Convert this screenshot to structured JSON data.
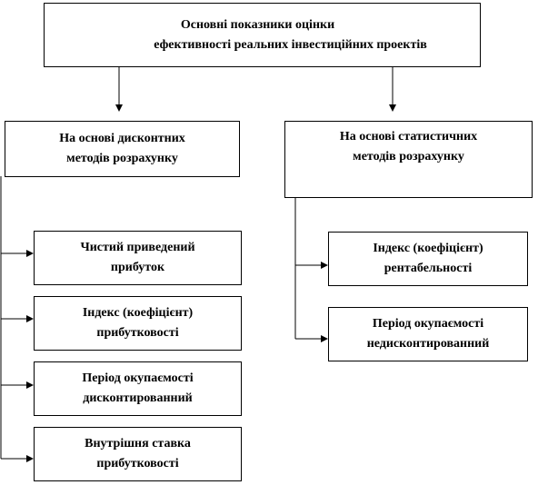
{
  "diagram": {
    "root": {
      "line1": "Основні показники оцінки",
      "line2": "ефективності реальних інвестиційних  проектів"
    },
    "left_branch": {
      "line1": "На основі дисконтних",
      "line2": "методів розрахунку",
      "items": [
        {
          "line1": "Чистий приведений",
          "line2": "прибуток"
        },
        {
          "line1": "Індекс (коефіцієнт)",
          "line2": "прибутковості"
        },
        {
          "line1": "Період окупаємості",
          "line2": "дисконтированний"
        },
        {
          "line1": "Внутрішня ставка",
          "line2": "прибутковості"
        }
      ]
    },
    "right_branch": {
      "line1": "На основі статистичних",
      "line2": "методів розрахунку",
      "items": [
        {
          "line1": "Індекс (коефіцієнт)",
          "line2": "рентабельності"
        },
        {
          "line1": "Період окупаємості",
          "line2": "недисконтированний"
        }
      ]
    }
  }
}
